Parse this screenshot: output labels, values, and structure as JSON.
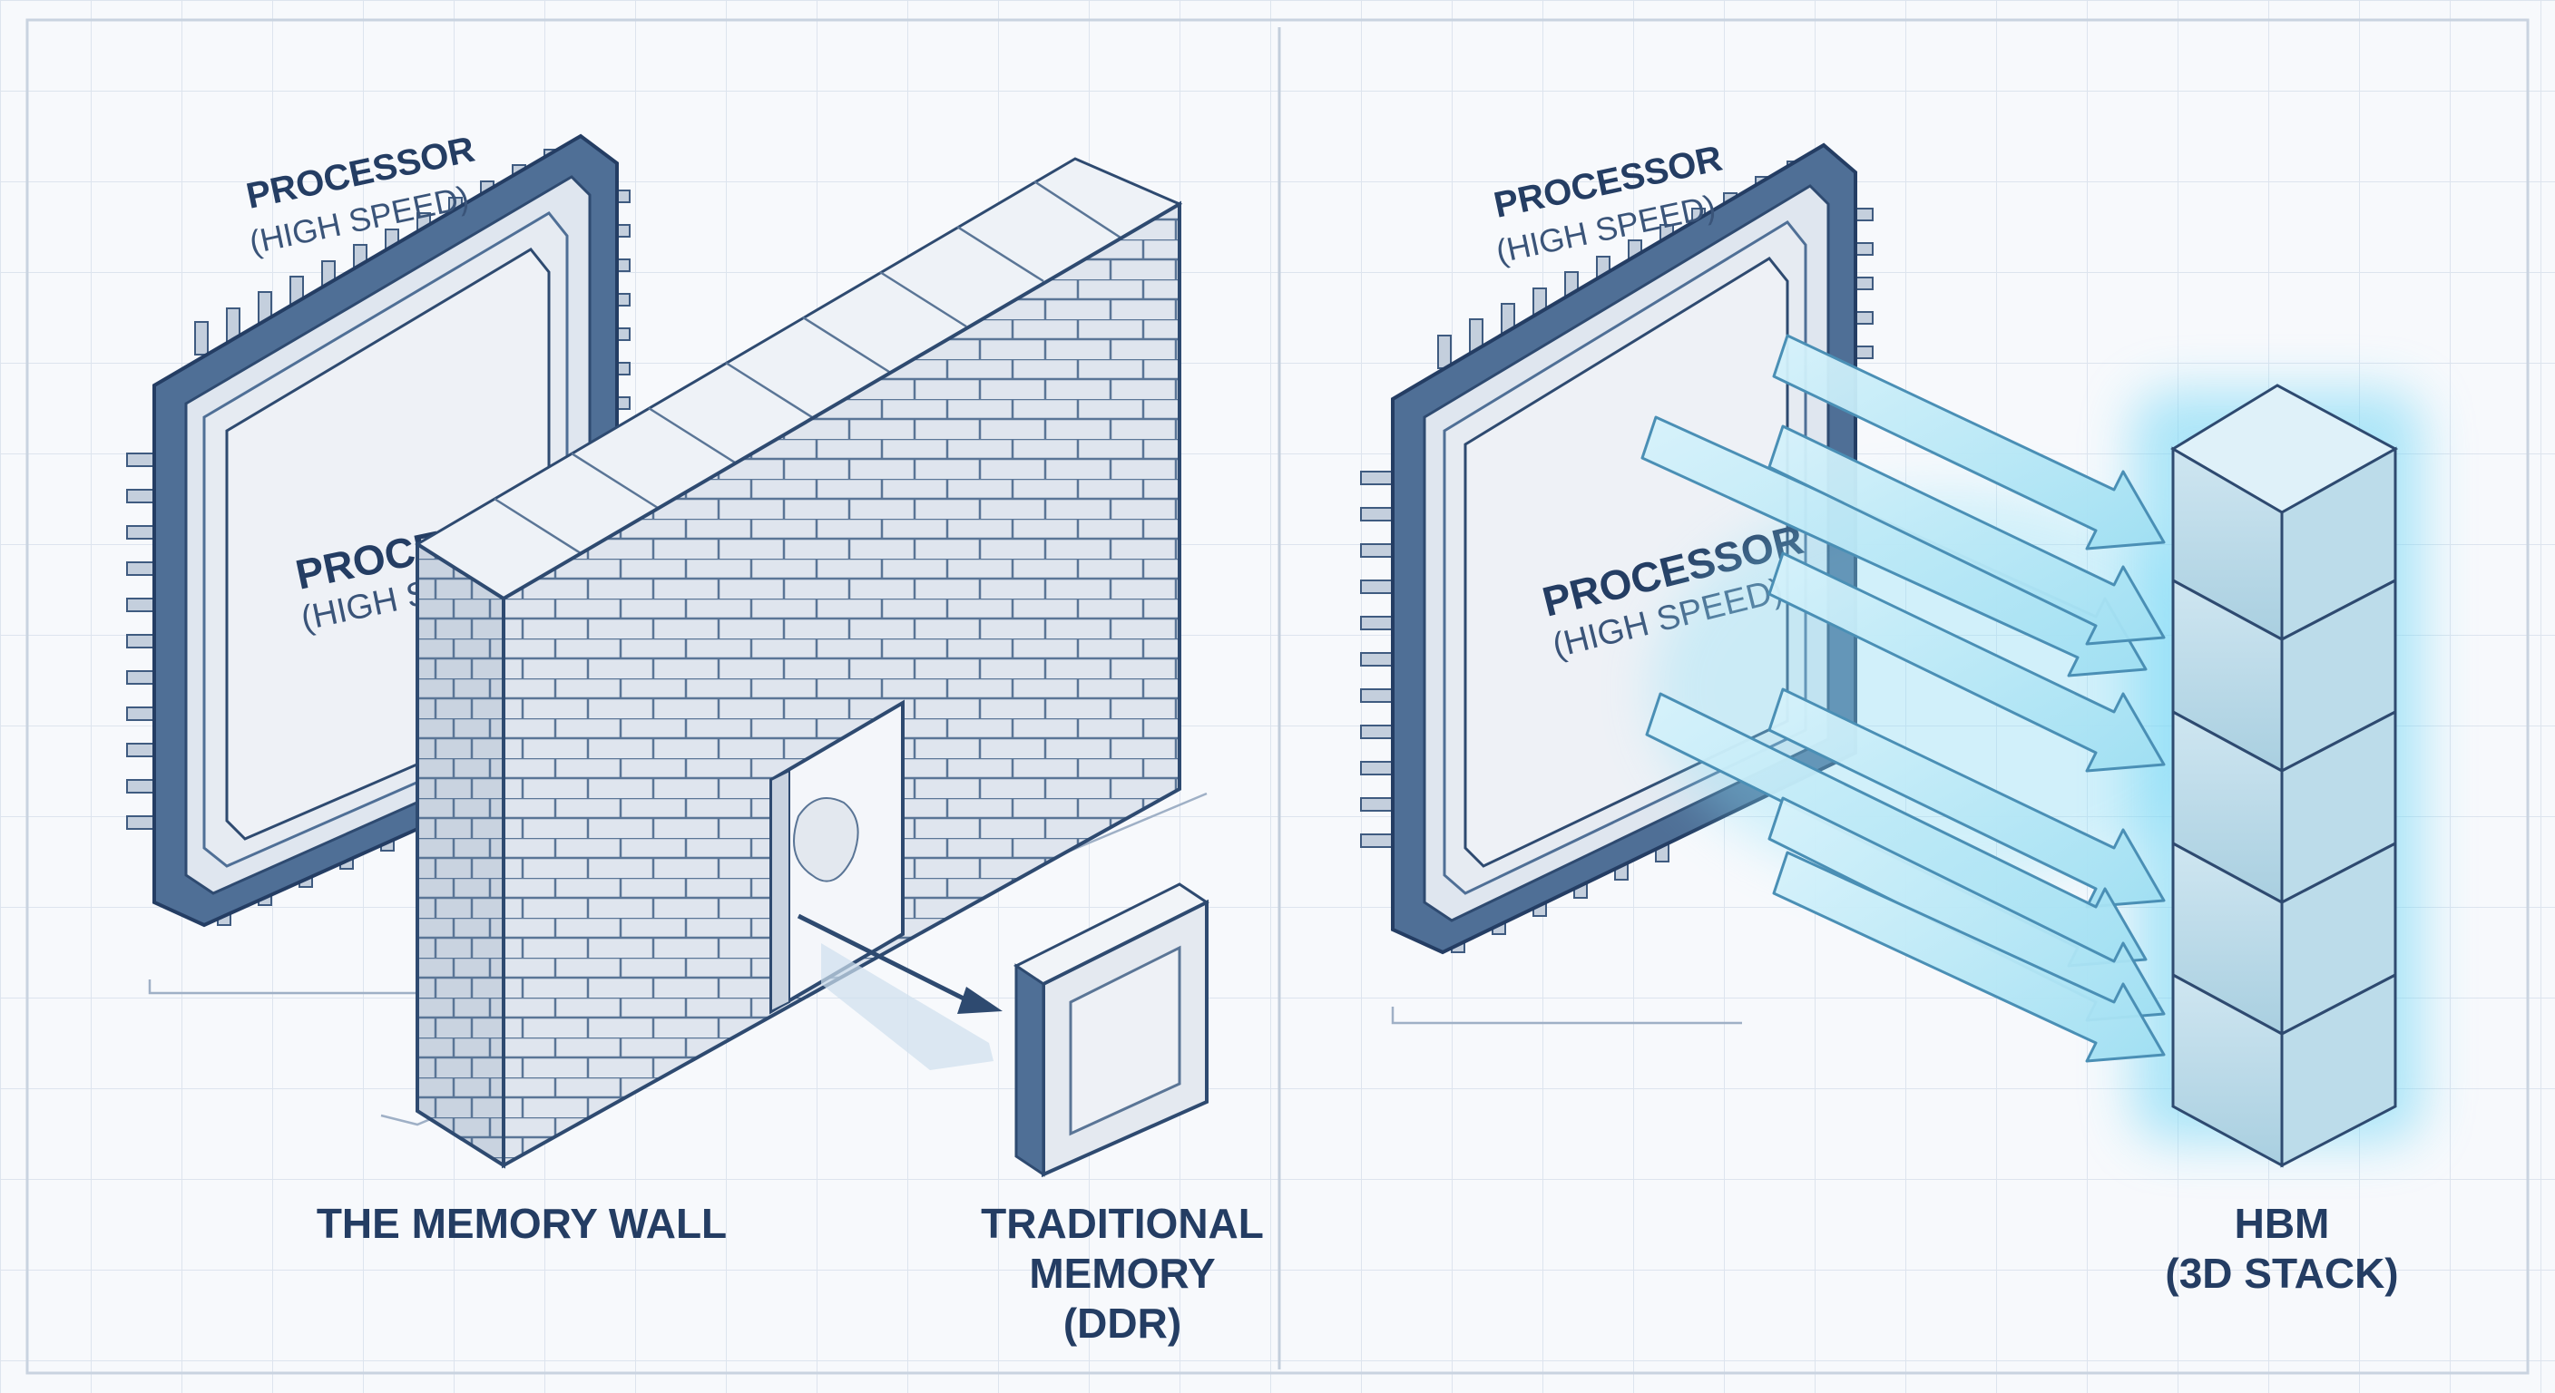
{
  "left_panel": {
    "processor_back": {
      "title": "PROCESSOR",
      "subtitle": "(HIGH SPEED)"
    },
    "processor_chip": {
      "title": "PROCESSOR",
      "subtitle": "(HIGH SPEED)"
    },
    "wall_label": "THE MEMORY WALL",
    "memory_label": [
      "TRADITIONAL",
      "MEMORY",
      "(DDR)"
    ]
  },
  "right_panel": {
    "processor_back": {
      "title": "PROCESSOR",
      "subtitle": "(HIGH SPEED)"
    },
    "processor_chip": {
      "title": "PROCESSOR",
      "subtitle": "(HIGH SPEED)"
    },
    "hbm_label": [
      "HBM",
      "(3D STACK)"
    ]
  },
  "colors": {
    "ink": "#243d63",
    "chip_frame": "#4f6f96",
    "brick": "#dde3ec",
    "glow": "#6fd6f5",
    "background": "#f7f9fc"
  }
}
